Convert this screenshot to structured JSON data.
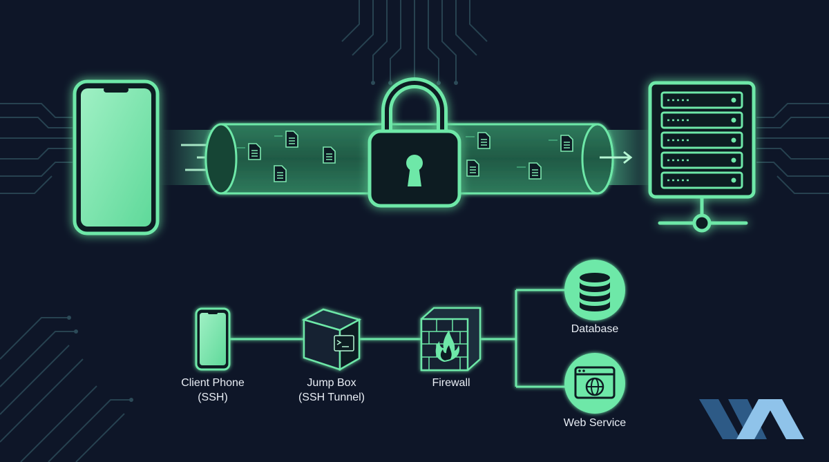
{
  "colors": {
    "background": "#0e1628",
    "accent": "#5fe0a0",
    "accent_fill": "#7fe8b0",
    "dark_fill": "#0d1c24",
    "logo_dark": "#2d5a86",
    "logo_light": "#8fc3ea"
  },
  "icons": [
    "phone-icon",
    "tunnel-icon",
    "padlock-icon",
    "document-icon",
    "server-icon",
    "terminal-box-icon",
    "firewall-icon",
    "database-icon",
    "web-service-icon",
    "brand-logo"
  ],
  "labels": {
    "client_phone": [
      "Client Phone",
      "(SSH)"
    ],
    "jump_box": [
      "Jump Box",
      "(SSH Tunnel)"
    ],
    "firewall": "Firewall",
    "database": "Database",
    "web_service": "Web Service"
  }
}
